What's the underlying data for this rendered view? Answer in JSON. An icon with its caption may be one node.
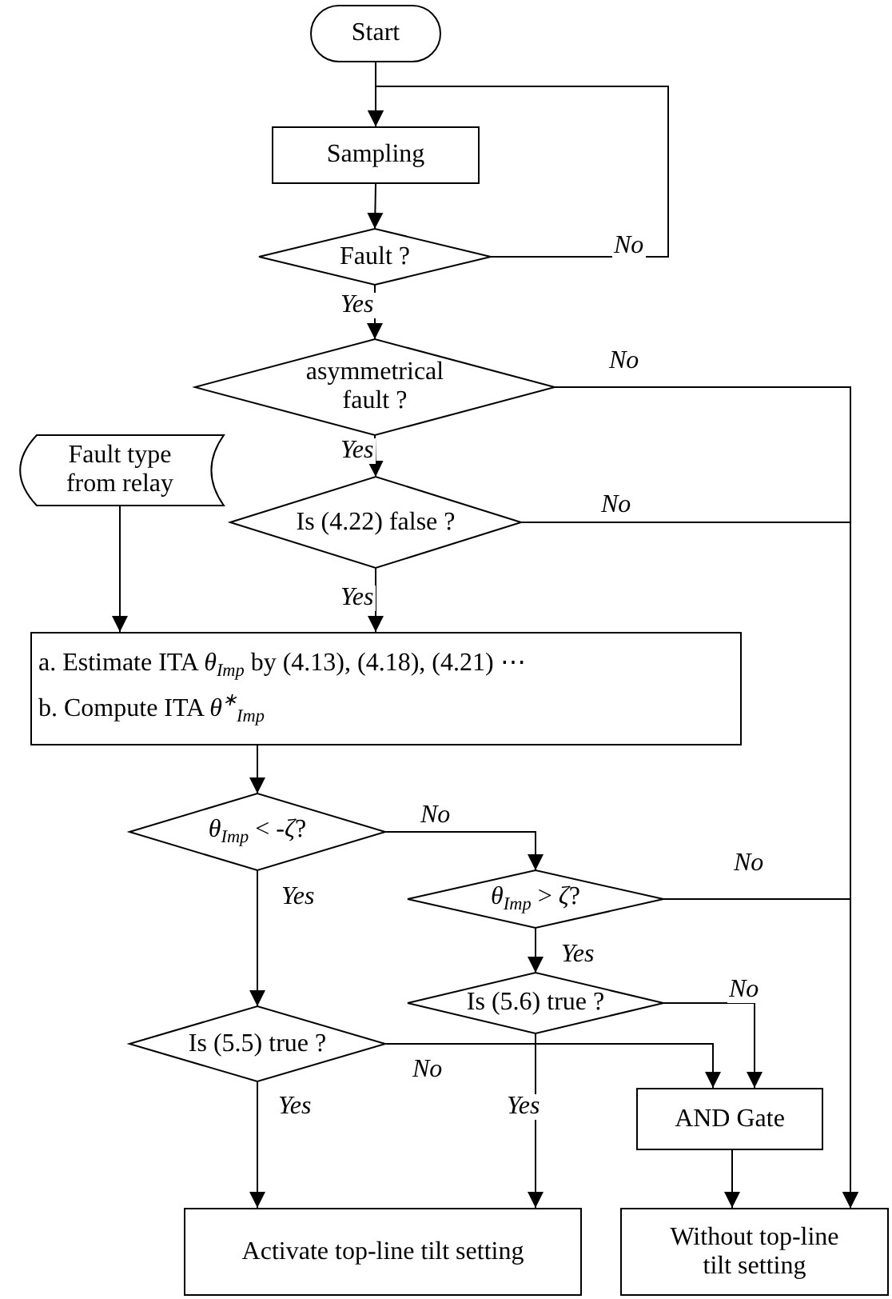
{
  "diagram": {
    "nodes": [
      {
        "text": [
          "Start"
        ]
      },
      {
        "text": [
          "Sampling"
        ]
      },
      {
        "text": [
          "Fault ?"
        ]
      },
      {
        "text": [
          "asymmetrical fault ?"
        ]
      },
      {
        "text": [
          "Fault type from relay"
        ]
      },
      {
        "text": [
          "Is (4.22) false ?"
        ]
      },
      {
        "text": [
          "a. Estimate ITA *θ*$_{Imp}$ by (4.13), (4.18), (4.21) ⋯",
          "b. Compute ITA *θ*$^{∗}$$_{Imp}$"
        ]
      },
      {
        "text": [
          "*θ*$_{Imp}$ < -*ζ*?"
        ]
      },
      {
        "text": [
          "*θ*$_{Imp}$ > *ζ*?"
        ]
      },
      {
        "text": [
          "Is (5.6) true ?"
        ]
      },
      {
        "text": [
          "Is (5.5) true ?"
        ]
      },
      {
        "text": [
          "AND Gate"
        ]
      },
      {
        "text": [
          "Activate top-line tilt setting"
        ]
      },
      {
        "text": [
          "Without top-line tilt setting"
        ]
      }
    ],
    "edges": [
      {
        "from": 0,
        "to": 1,
        "arrow": "to"
      },
      {
        "from": 2,
        "to": 1,
        "arrow": "to",
        "label": "No"
      },
      {
        "from": 1,
        "to": 2,
        "arrow": "to"
      },
      {
        "from": 2,
        "to": 3,
        "arrow": "to",
        "label": "Yes"
      },
      {
        "from": 3,
        "to": 13,
        "arrow": "to",
        "label": "No"
      },
      {
        "from": 3,
        "to": 5,
        "arrow": "to",
        "label": "Yes"
      },
      {
        "from": 5,
        "to": 13,
        "arrow": "to",
        "label": "No"
      },
      {
        "from": 4,
        "to": 6,
        "arrow": "to"
      },
      {
        "from": 5,
        "to": 6,
        "arrow": "to",
        "label": "Yes"
      },
      {
        "from": 6,
        "to": 7,
        "arrow": "to"
      },
      {
        "from": 7,
        "to": 8,
        "arrow": "to",
        "label": "No"
      },
      {
        "from": 7,
        "to": 10,
        "arrow": "to",
        "label": "Yes"
      },
      {
        "from": 8,
        "to": 13,
        "arrow": "to",
        "label": "No"
      },
      {
        "from": 8,
        "to": 9,
        "arrow": "to",
        "label": "Yes"
      },
      {
        "from": 9,
        "to": 11,
        "arrow": "to",
        "label": "No"
      },
      {
        "from": 9,
        "to": 12,
        "arrow": "to",
        "label": "Yes"
      },
      {
        "from": 10,
        "to": 11,
        "arrow": "to",
        "label": "No"
      },
      {
        "from": 10,
        "to": 12,
        "arrow": "to",
        "label": "Yes"
      },
      {
        "from": 11,
        "to": 13,
        "arrow": "to"
      }
    ]
  }
}
